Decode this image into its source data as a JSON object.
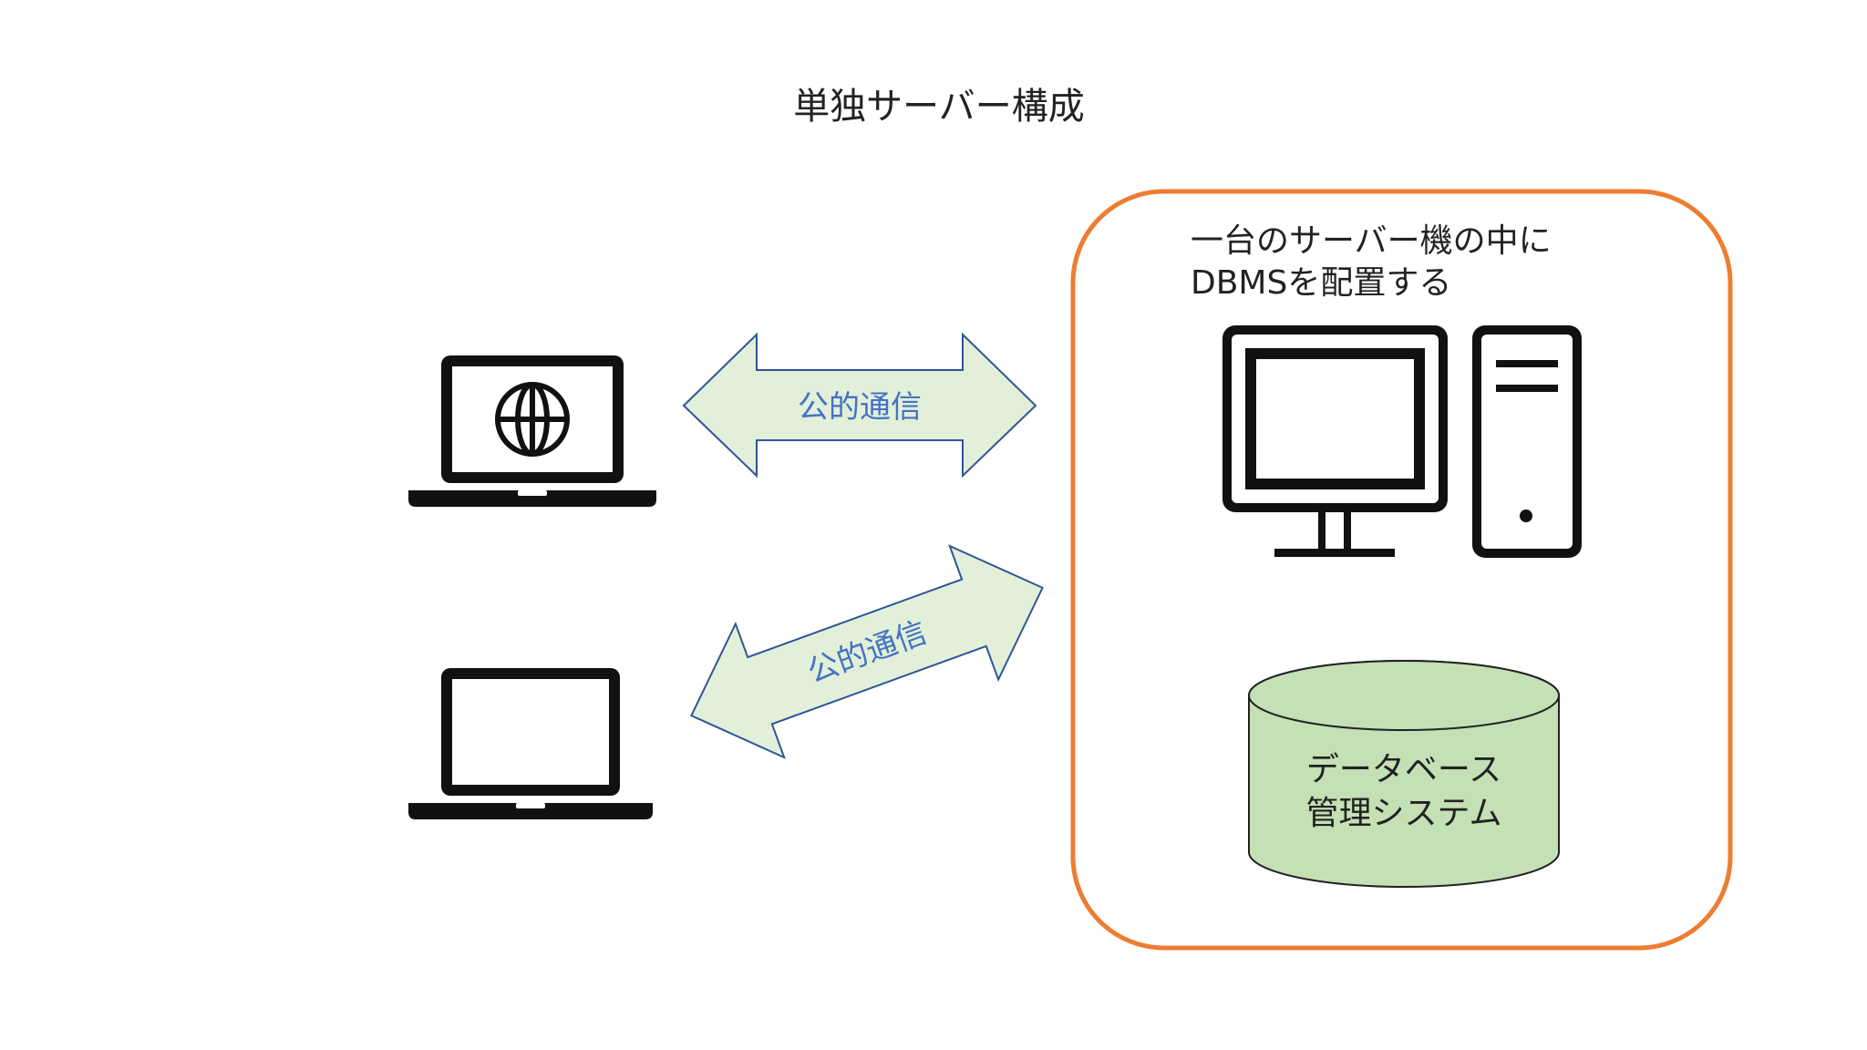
{
  "title": "単独サーバー構成",
  "server_box": {
    "caption_line1": "一台のサーバー機の中に",
    "caption_line2": "DBMSを配置する",
    "border_color": "#ED7D31"
  },
  "arrows": [
    {
      "label": "公的通信",
      "fill": "#E2F0D9",
      "stroke": "#2F5597",
      "text_color": "#4472C4"
    },
    {
      "label": "公的通信",
      "fill": "#E2F0D9",
      "stroke": "#2F5597",
      "text_color": "#4472C4"
    }
  ],
  "database": {
    "label_line1": "データベース",
    "label_line2": "管理システム",
    "fill": "#C5E0B4"
  },
  "icons": {
    "client_top": "laptop-globe-icon",
    "client_bottom": "laptop-icon",
    "server": "desktop-computer-icon",
    "tower": "pc-tower-icon"
  }
}
